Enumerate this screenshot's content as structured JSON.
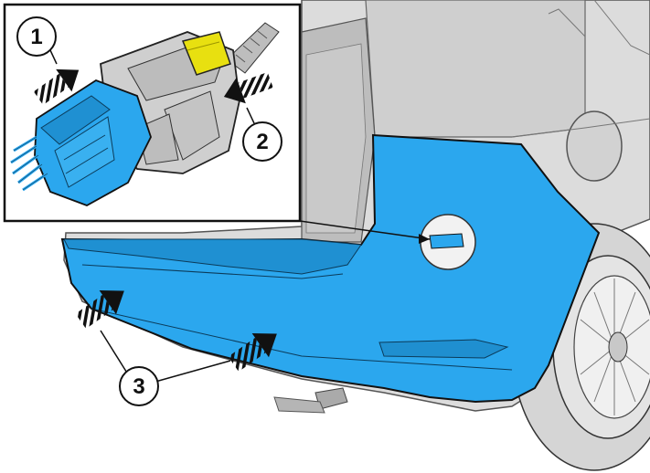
{
  "callouts": {
    "c1": "1",
    "c2": "2",
    "c3": "3"
  },
  "colors": {
    "highlight": "#2ba7ee",
    "connector_lock": "#e8e010",
    "car_body": "#d7d7d7",
    "outline": "#111111"
  },
  "icons": {
    "push_arrow": "striped-arrow-icon",
    "callout": "numbered-circle-icon"
  }
}
